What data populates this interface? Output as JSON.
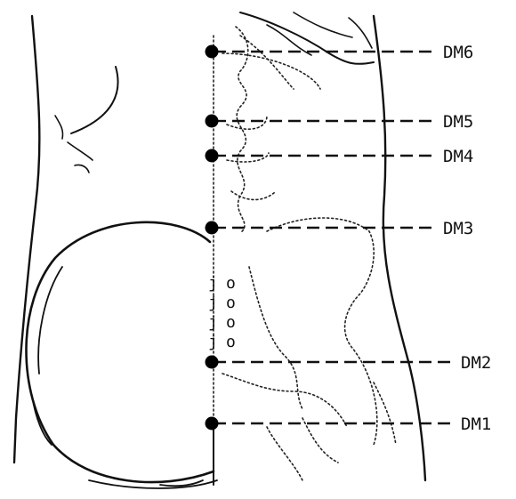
{
  "points": [
    {
      "id": "DM6",
      "label": "DM6"
    },
    {
      "id": "DM5",
      "label": "DM5"
    },
    {
      "id": "DM4",
      "label": "DM4"
    },
    {
      "id": "DM3",
      "label": "DM3"
    },
    {
      "id": "DM2",
      "label": "DM2"
    },
    {
      "id": "DM1",
      "label": "DM1"
    }
  ],
  "colors": {
    "ink": "#111111",
    "background": "#ffffff"
  }
}
